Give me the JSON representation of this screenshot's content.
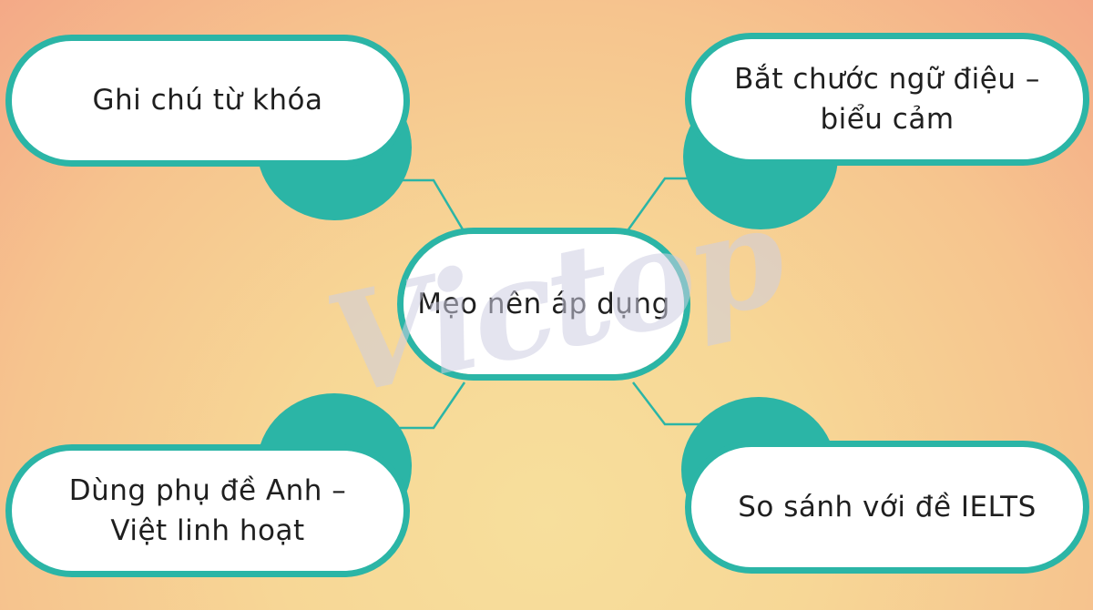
{
  "diagram": {
    "center": {
      "label": "Mẹo nên áp dụng"
    },
    "nodes": {
      "top_left": {
        "lines": [
          "Ghi chú từ khóa"
        ]
      },
      "top_right": {
        "lines": [
          "Bắt chước ngữ điệu –",
          "biểu cảm"
        ]
      },
      "bottom_left": {
        "lines": [
          "Dùng phụ đề Anh –",
          "Việt linh hoạt"
        ]
      },
      "bottom_right": {
        "lines": [
          "So sánh với đề IELTS"
        ]
      }
    },
    "watermark": "Victop"
  },
  "colors": {
    "accent": "#2bb5a6",
    "node_fill": "#ffffff",
    "text": "#1f1f1f"
  }
}
